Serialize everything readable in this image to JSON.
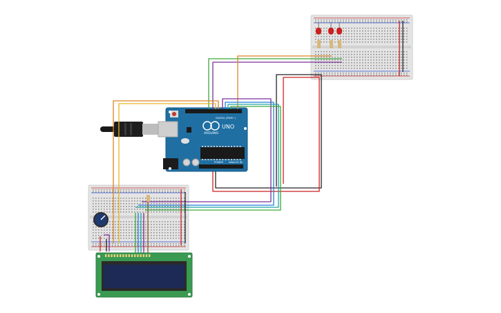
{
  "arduino": {
    "logo_text": "ARDUINO",
    "model_text": "UNO",
    "digital_label": "DIGITAL (PWM~)",
    "power_label": "POWER",
    "analog_label": "ANALOG IN",
    "board_color": "#1f6fa3"
  },
  "breadboard": {
    "color": "#e4e4e4",
    "rail_red": "#cc2a2a",
    "rail_blue": "#2a4dcc"
  },
  "lcd": {
    "pcb_color": "#3a9a52",
    "screen_color": "#1c2a55"
  },
  "leds": {
    "count": 3,
    "color": "#cc1f1f"
  },
  "potentiometer": {
    "color": "#1f3a6e"
  },
  "wire_colors": {
    "orange": "#d9841f",
    "yellow": "#e6b41e",
    "green": "#3ca63c",
    "purple": "#7a2e9a",
    "black": "#222222",
    "red": "#cc1f1f",
    "blue": "#1f7fd9",
    "teal": "#22a5a5",
    "brown": "#8a5a2b"
  }
}
